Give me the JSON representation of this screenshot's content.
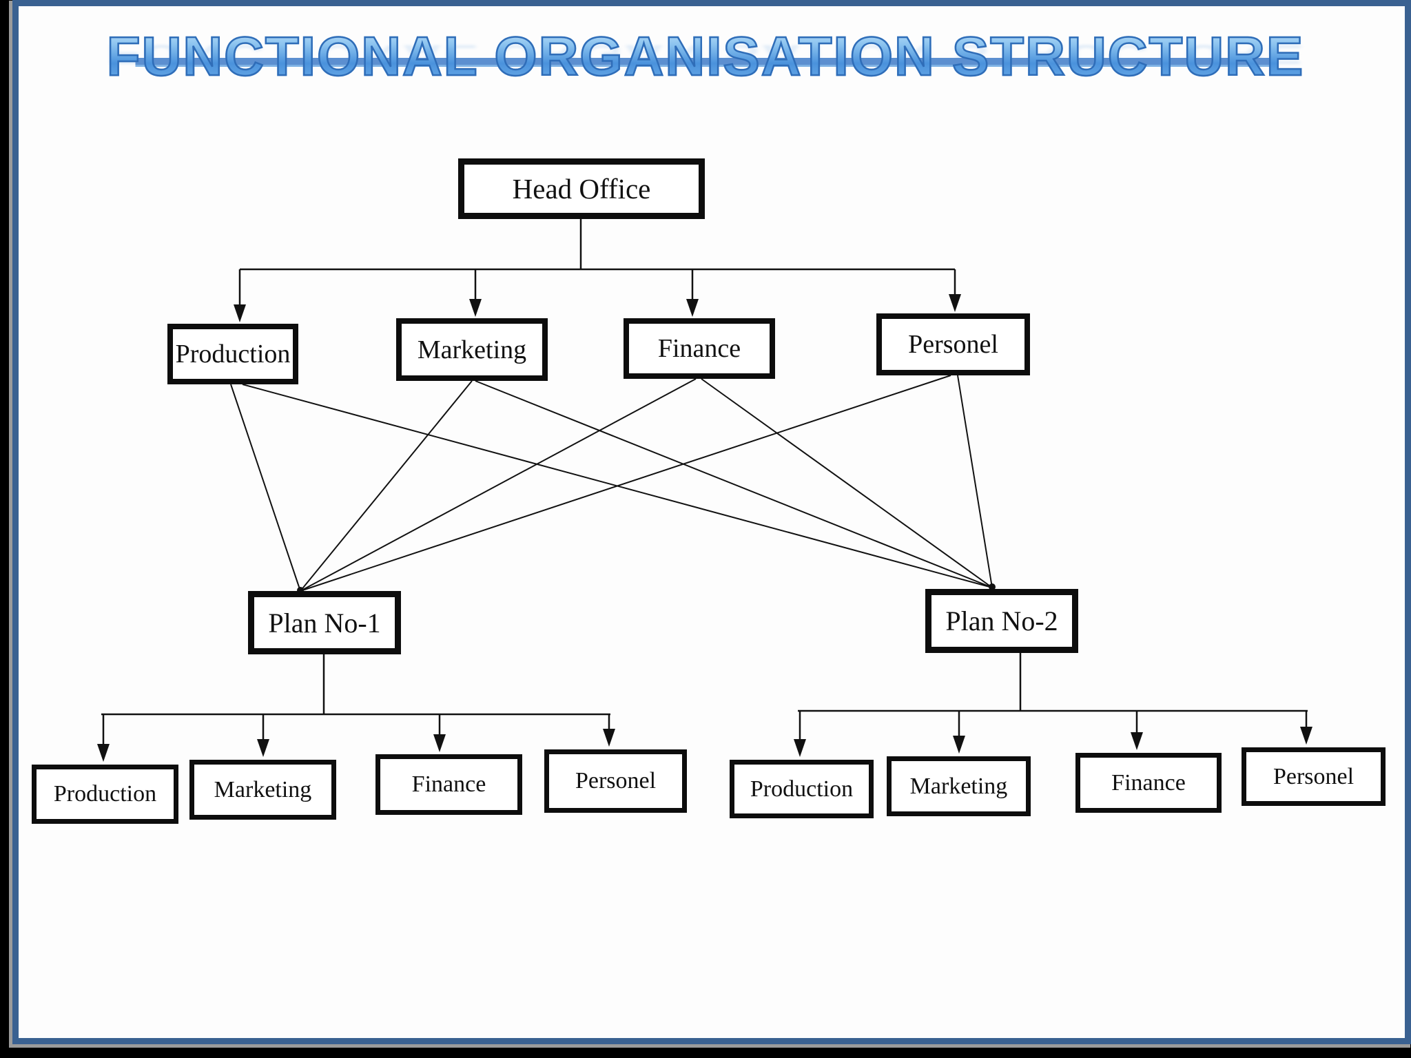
{
  "title": {
    "text": "FUNCTIONAL ORGANISATION STRUCTURE"
  },
  "colors": {
    "frame_blue": "#3a6191",
    "frame_black": "#000000",
    "title_fill": "#5da2e2",
    "title_outline": "#2f6db8",
    "title_underline": "#5c8fd0",
    "connector_line": "#111111",
    "box_border": "#0d0d0d",
    "box_fill": "#ffffff"
  },
  "org": {
    "root": "Head Office",
    "departments": [
      "Production",
      "Marketing",
      "Finance",
      "Personel"
    ],
    "plans": [
      {
        "name": "Plan No-1",
        "departments": [
          "Production",
          "Marketing",
          "Finance",
          "Personel"
        ]
      },
      {
        "name": "Plan No-2",
        "departments": [
          "Production",
          "Marketing",
          "Finance",
          "Personel"
        ]
      }
    ]
  }
}
